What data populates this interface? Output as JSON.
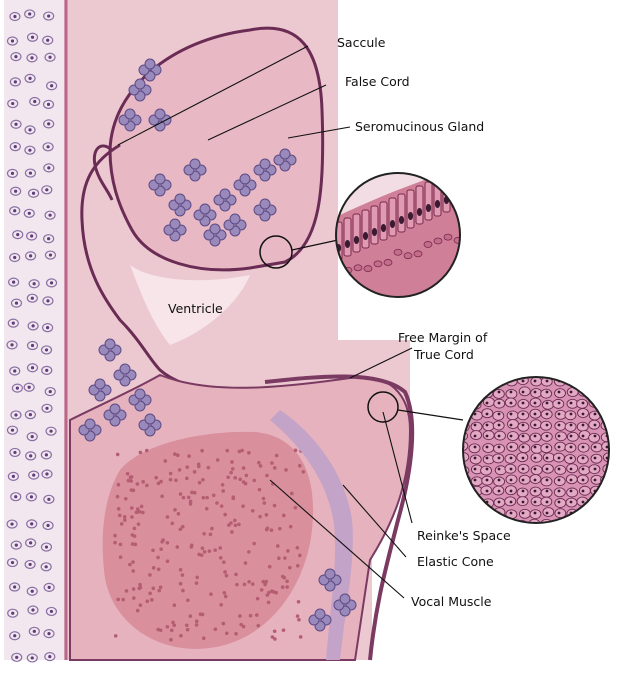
{
  "labels": {
    "saccule": "Saccule",
    "false_cord": "False Cord",
    "seromucinous_gland": "Seromucinous Gland",
    "ventricle": "Ventricle",
    "free_margin_line1": "Free Margin of",
    "free_margin_line2": "True Cord",
    "reinkes_space": "Reinke's Space",
    "elastic_cone": "Elastic Cone",
    "vocal_muscle": "Vocal Muscle"
  },
  "colors": {
    "background": "#ffffff",
    "tissue_light": "#ecc9d0",
    "tissue_mid": "#e2a9b6",
    "muscle": "#d98f9c",
    "epithelium": "#6a2c55",
    "gland": "#7d6fa3",
    "cartilage": "#f2e7ef",
    "cartilage_cell": "#8a6fa4"
  }
}
